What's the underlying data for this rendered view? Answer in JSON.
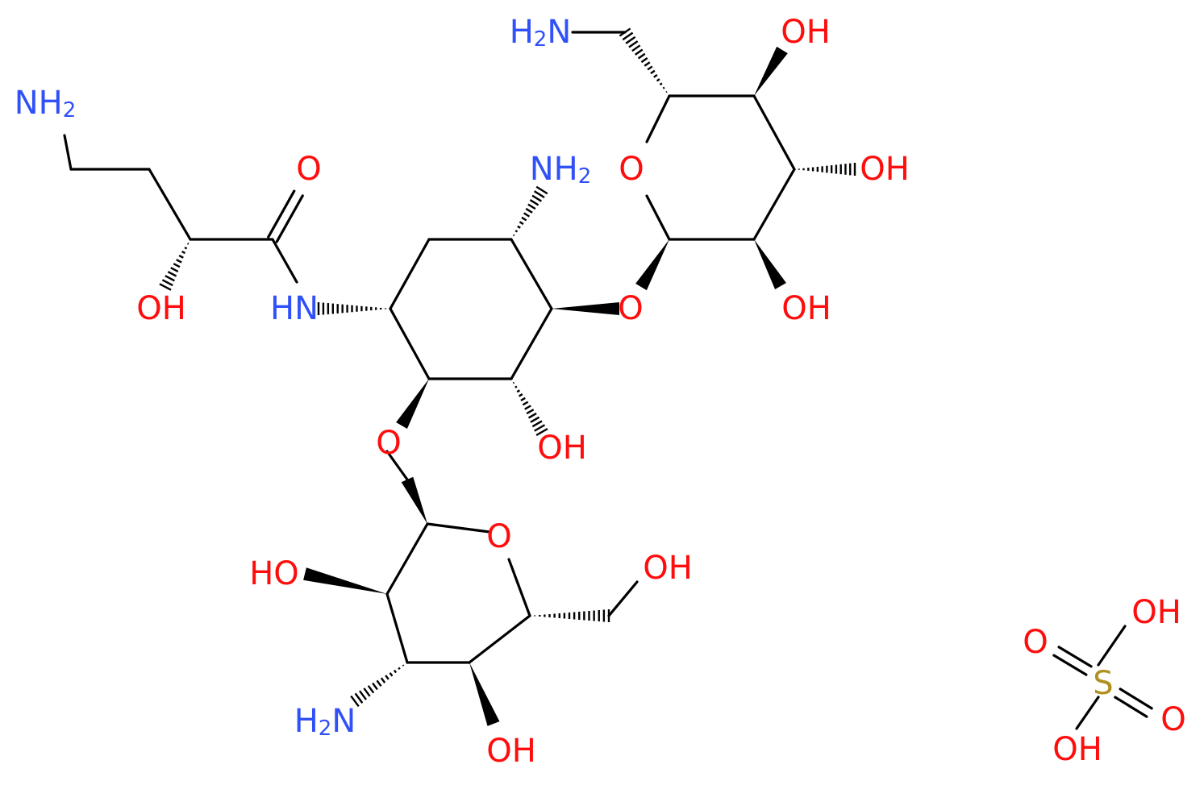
{
  "colors": {
    "bond": "#000000",
    "O": "#ff0d0d",
    "N": "#3050f8",
    "S": "#b09020"
  },
  "atoms": {
    "nh2_tail": {
      "text": "NH",
      "sub": "2",
      "element": "N"
    },
    "oh_alpha": {
      "text": "OH",
      "element": "O"
    },
    "o_carbonyl": {
      "text": "O",
      "element": "O"
    },
    "hn_amide": {
      "text": "HN",
      "element": "N"
    },
    "nh2_ring_top": {
      "text": "NH",
      "sub": "2",
      "element": "N"
    },
    "o_link_right": {
      "text": "O",
      "element": "O"
    },
    "o_link_bottom": {
      "text": "O",
      "element": "O"
    },
    "oh_ring_center": {
      "text": "OH",
      "element": "O"
    },
    "nh2_top_sugar": {
      "text": "H",
      "sub": "2",
      "tail": "N",
      "element": "N"
    },
    "o_ring_top": {
      "text": "O",
      "element": "O"
    },
    "oh_top_1": {
      "text": "OH",
      "element": "O"
    },
    "oh_top_2": {
      "text": "OH",
      "element": "O"
    },
    "oh_top_3": {
      "text": "OH",
      "element": "O"
    },
    "o_ring_bottom": {
      "text": "O",
      "element": "O"
    },
    "oh_bottom_ch2": {
      "text": "OH",
      "element": "O"
    },
    "ho_bottom_left": {
      "text": "HO",
      "element": "O"
    },
    "h2n_bottom": {
      "text": "H",
      "sub": "2",
      "tail": "N",
      "element": "N"
    },
    "oh_bottom_lower": {
      "text": "OH",
      "element": "O"
    },
    "s_sulfate": {
      "text": "S",
      "element": "S"
    },
    "o_sulfate_left": {
      "text": "O",
      "element": "O"
    },
    "o_sulfate_right": {
      "text": "O",
      "element": "O"
    },
    "oh_sulfate_top": {
      "text": "OH",
      "element": "O"
    },
    "oh_sulfate_bottom": {
      "text": "OH",
      "element": "O"
    }
  }
}
